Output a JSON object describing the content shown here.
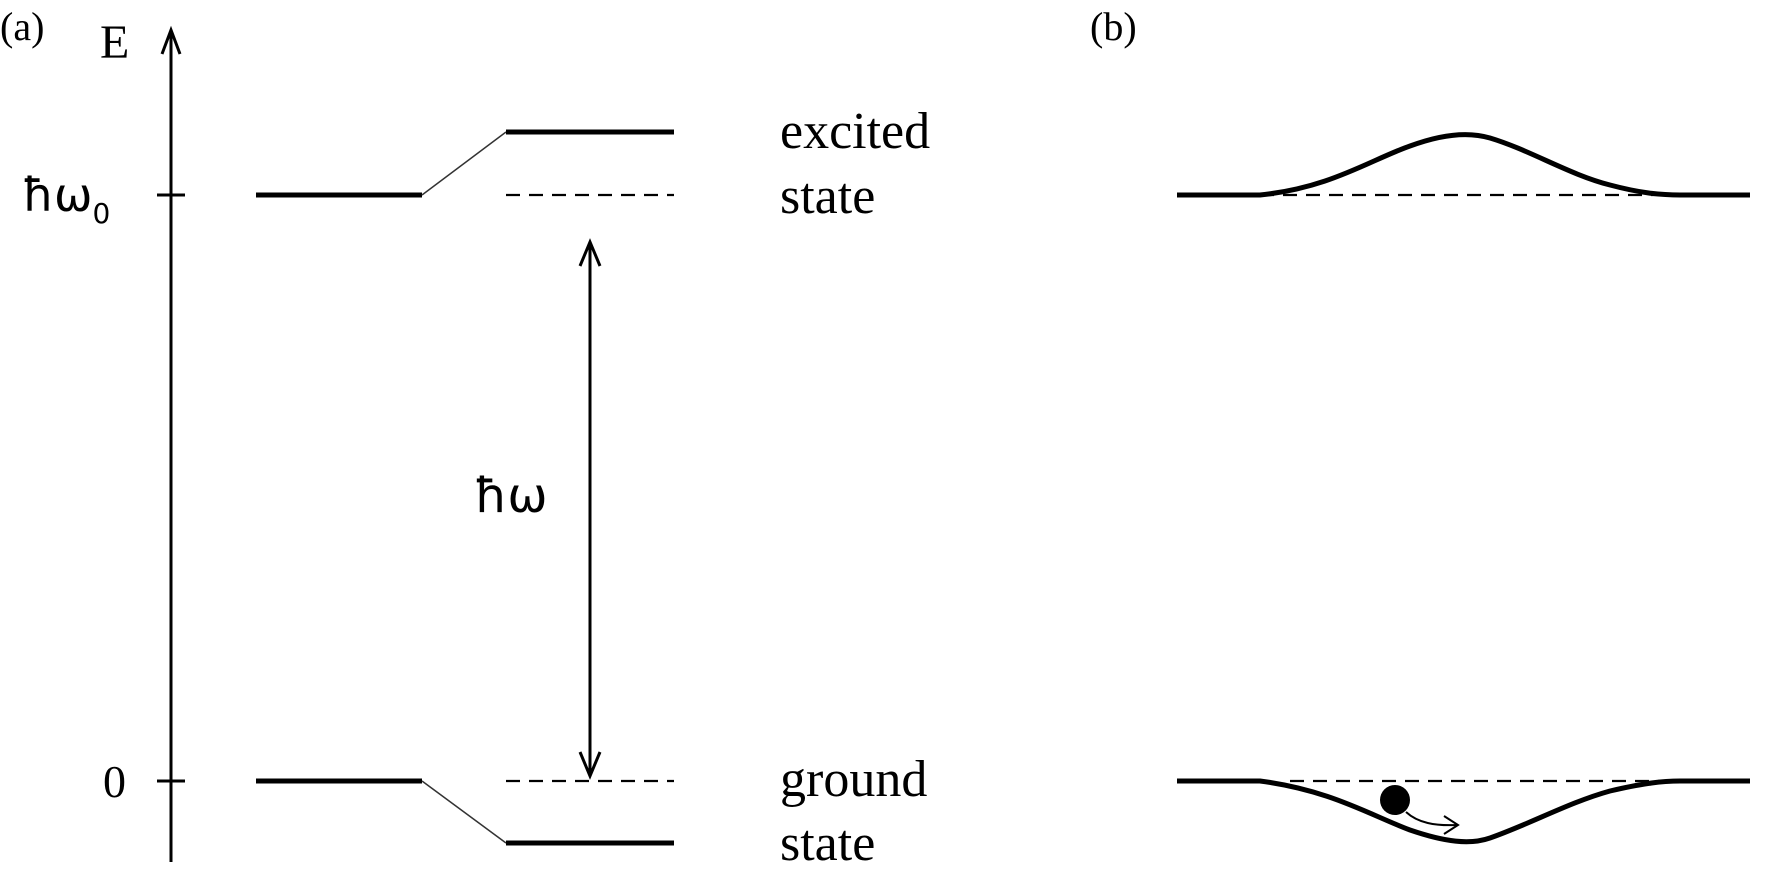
{
  "panel_a": {
    "label": "(a)",
    "axis_label": "E",
    "tick_upper": "ħω",
    "tick_upper_subscript": "0",
    "tick_lower": "0",
    "transition_label": "ħω",
    "excited_label_line1": "excited",
    "excited_label_line2": "state",
    "ground_label_line1": "ground",
    "ground_label_line2": "state"
  },
  "panel_b": {
    "label": "(b)"
  }
}
